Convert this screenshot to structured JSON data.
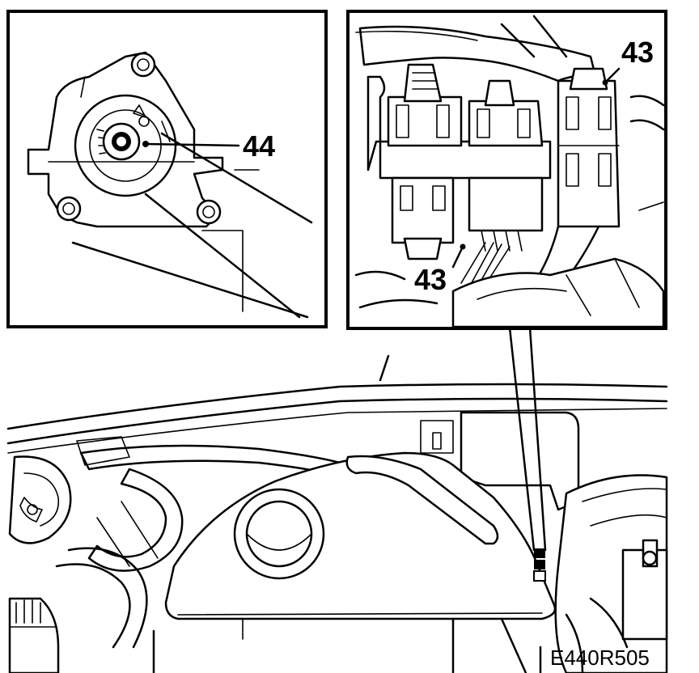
{
  "callouts": {
    "left_panel_label": "44",
    "right_panel_top_label": "43",
    "right_panel_bottom_label": "43"
  },
  "figure_code": "E440R505"
}
